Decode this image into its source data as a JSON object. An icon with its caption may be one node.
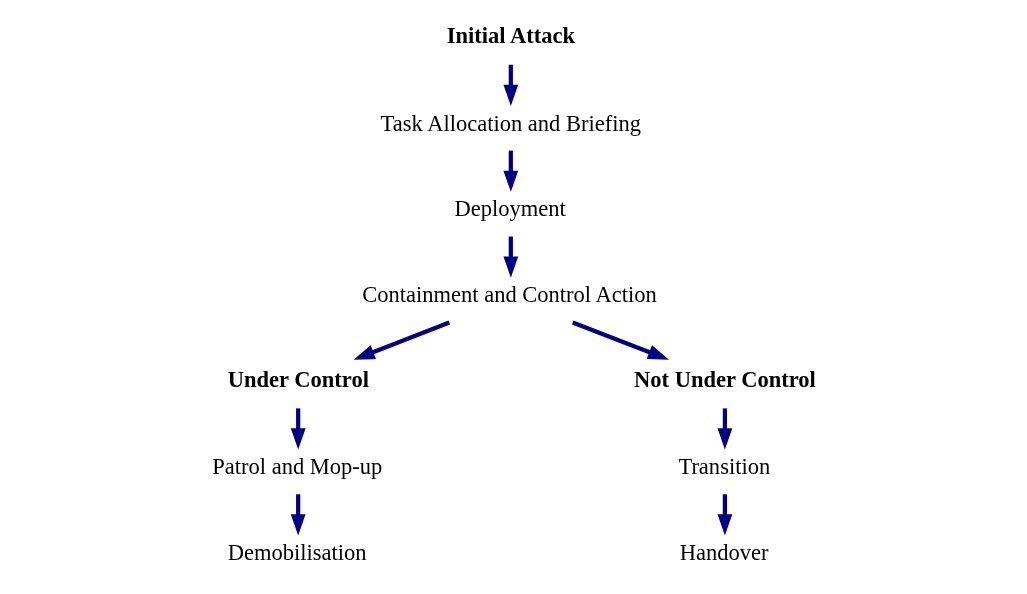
{
  "diagram": {
    "nodes": [
      {
        "text": [
          "Initial Attack"
        ]
      },
      {
        "text": [
          "Task Allocation and Briefing"
        ]
      },
      {
        "text": [
          "Deployment"
        ]
      },
      {
        "text": [
          "Containment and Control Action"
        ]
      },
      {
        "text": [
          "Under Control"
        ]
      },
      {
        "text": [
          "Patrol and Mop-up"
        ]
      },
      {
        "text": [
          "Demobilisation"
        ]
      },
      {
        "text": [
          "Not Under Control"
        ]
      },
      {
        "text": [
          "Transition"
        ]
      },
      {
        "text": [
          "Handover"
        ]
      }
    ],
    "edges": [
      {
        "from": 0,
        "to": 1,
        "arrow": "to"
      },
      {
        "from": 1,
        "to": 2,
        "arrow": "to"
      },
      {
        "from": 2,
        "to": 3,
        "arrow": "to"
      },
      {
        "from": 3,
        "to": 4,
        "arrow": "to"
      },
      {
        "from": 3,
        "to": 7,
        "arrow": "to"
      },
      {
        "from": 4,
        "to": 5,
        "arrow": "to"
      },
      {
        "from": 5,
        "to": 6,
        "arrow": "to"
      },
      {
        "from": 7,
        "to": 8,
        "arrow": "to"
      },
      {
        "from": 8,
        "to": 9,
        "arrow": "to"
      }
    ]
  }
}
